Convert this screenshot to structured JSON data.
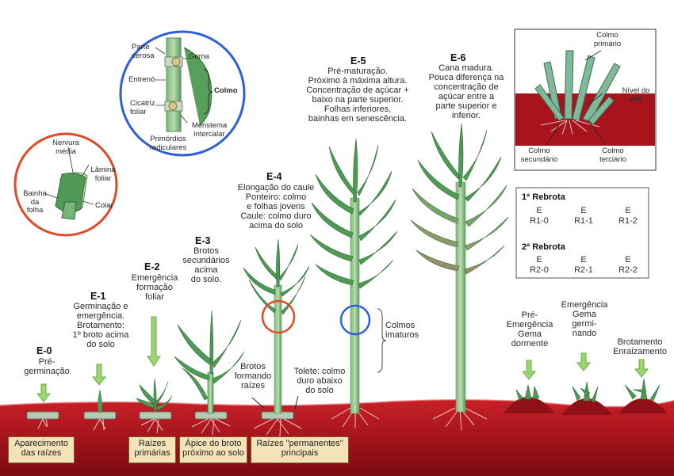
{
  "stages": [
    {
      "code": "E-0",
      "desc": [
        "Pré-",
        "germinação"
      ]
    },
    {
      "code": "E-1",
      "desc": [
        "Germinação e",
        "emergência.",
        "Brotamento:",
        "1º broto acima",
        "do solo"
      ]
    },
    {
      "code": "E-2",
      "desc": [
        "Emergência",
        "formação",
        "foliar"
      ]
    },
    {
      "code": "E-3",
      "desc": [
        "Brotos",
        "secundários",
        "acima",
        "do solo."
      ]
    },
    {
      "code": "E-4",
      "desc": [
        "Elongação do caule",
        "Ponteiro: colmo",
        "e folhas jovens",
        "Caule: colmo duro",
        "acima do solo"
      ]
    },
    {
      "code": "E-5",
      "desc": [
        "Pré-maturação.",
        "Próximo à máxima altura.",
        "Concentração de açúcar +",
        "baixo na parte superior.",
        "Folhas inferiores,",
        "bainhas em senescência."
      ]
    },
    {
      "code": "E-6",
      "desc": [
        "Cana madura.",
        "Pouca diferença na",
        "concentração de",
        "açúcar entre a",
        "parte superior e",
        "inferior."
      ]
    }
  ],
  "stalk_detail": {
    "parte_cerosa": [
      "Parte",
      "cerosa"
    ],
    "gema": "Gema",
    "entreno": "Entrenó",
    "cicatriz": [
      "Cicatriz",
      "foliar"
    ],
    "colmo": "Colmo",
    "meristema": [
      "Meristema",
      "intercalar"
    ],
    "primordios": [
      "Primórdios",
      "radiculares"
    ]
  },
  "leaf_detail": {
    "nervura": [
      "Nervura",
      "média"
    ],
    "lamina": [
      "Lâmina",
      "foliar"
    ],
    "bainha": [
      "Bainha",
      "da",
      "folha"
    ],
    "colar": "Colar"
  },
  "ratoon_inset": {
    "primario": [
      "Colmo",
      "primário"
    ],
    "nivel": [
      "Nível do",
      "solo"
    ],
    "secundario": [
      "Colmo",
      "secundário"
    ],
    "terciario": [
      "Colmo",
      "terciário"
    ]
  },
  "ratoon_table": {
    "title1": "1ª Rebrota",
    "row1": [
      [
        "E",
        "R1-0"
      ],
      [
        "E",
        "R1-1"
      ],
      [
        "E",
        "R1-2"
      ]
    ],
    "title2": "2ª Rebrota",
    "row2": [
      [
        "E",
        "R2-0"
      ],
      [
        "E",
        "R2-1"
      ],
      [
        "E",
        "R2-2"
      ]
    ]
  },
  "ratoon_stages": [
    {
      "desc": [
        "Pré-",
        "Emergência",
        "Gema",
        "dormente"
      ]
    },
    {
      "desc": [
        "Emergência",
        "Gema",
        "germi-",
        "nando"
      ]
    },
    {
      "desc": [
        "Brotamento",
        "Enraizamento"
      ]
    }
  ],
  "annotations": {
    "colmos_imaturos": [
      "Colmos",
      "imaturos"
    ],
    "brotos_raizes": [
      "Brotos",
      "formando",
      "raízes"
    ],
    "tolete": [
      "Tolete: colmo",
      "duro abaixo",
      "do solo"
    ]
  },
  "bottom_boxes": [
    [
      "Aparecimento",
      "das raízes"
    ],
    [
      "Raízes",
      "primárias"
    ],
    [
      "Ápice do broto",
      "próximo ao solo"
    ],
    [
      "Raízes \"permanentes\"",
      "principais"
    ]
  ],
  "colors": {
    "soil": "#b0161e",
    "soil_dark": "#7d0c12",
    "leaf": "#4f9a55",
    "leaf_dark": "#2f6b36",
    "arrow": "#9bd66f",
    "stalk_circle": "#2f5fd6",
    "leaf_circle": "#e04a26"
  }
}
